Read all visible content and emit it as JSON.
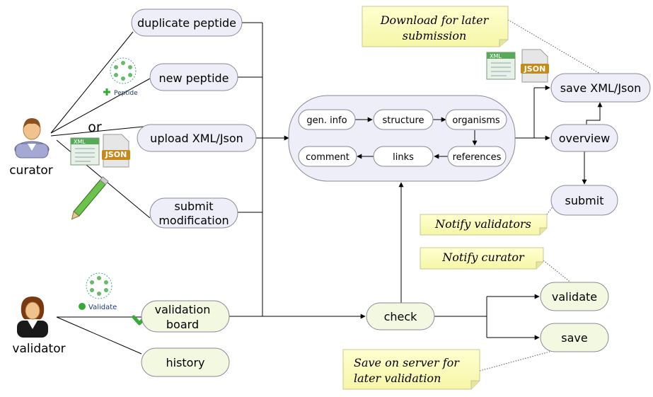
{
  "actors": {
    "curator": "curator",
    "validator": "validator"
  },
  "curator_nodes": {
    "duplicate_peptide": "duplicate peptide",
    "new_peptide": "new peptide",
    "upload": "upload XML/Json",
    "submit_mod_1": "submit",
    "submit_mod_2": "modification",
    "or": "or"
  },
  "validator_nodes": {
    "validation_board_1": "validation",
    "validation_board_2": "board",
    "history": "history"
  },
  "editor_steps": {
    "gen_info": "gen. info",
    "structure": "structure",
    "organisms": "organisms",
    "references": "references",
    "links": "links",
    "comment": "comment"
  },
  "right_nodes": {
    "save_xml_json": "save XML/Json",
    "overview": "overview",
    "submit": "submit",
    "check": "check",
    "validate": "validate",
    "save": "save"
  },
  "notes": {
    "download_1": "Download for later",
    "download_2": "submission",
    "notify_validators": "Notify validators",
    "notify_curator": "Notify curator",
    "save_server_1": "Save on server for",
    "save_server_2": "later validation"
  },
  "icons": {
    "peptide_label": "Peptide",
    "validate_label": "Validate",
    "xml_label": "XML",
    "json_label": "JSON",
    "icon_names": [
      "user-icon",
      "peptide-icon",
      "xml-file-icon",
      "json-file-icon",
      "pencil-icon",
      "validate-icon",
      "checkmark-icon"
    ]
  },
  "colors": {
    "node_fill": "#eeeef8",
    "validator_fill": "#f3f8e0",
    "note_fill": "#ffffc0",
    "container_fill": "#eeeef8",
    "check_green": "#2e9e2e"
  }
}
